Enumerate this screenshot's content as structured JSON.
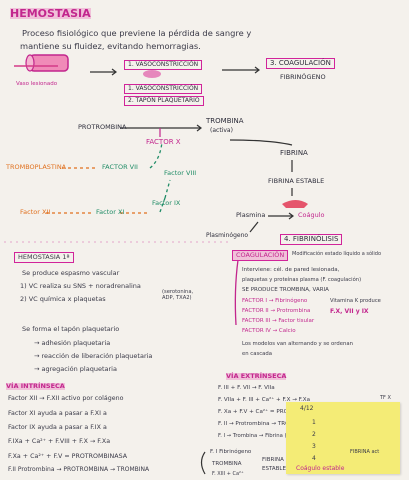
{
  "title": "HEMOSTASIA",
  "intro": {
    "line1": "Proceso fisiológico que previene la pérdida de sangre y",
    "line2": "mantiene su fluidez, evitando hemorragias."
  },
  "vessel_label": "Vaso lesionado",
  "stages": {
    "s1": "1. VASOCONSTRICCIÓN",
    "s2": "2. TAPÓN PLAQUETARIO",
    "s3": "3. COAGULACIÓN",
    "s3_sub": "FIBRINÓGENO",
    "s4": "4. FIBRINÓLISIS"
  },
  "cascade": {
    "protrombina": "PROTROMBINA",
    "factor_x": "FACTOR X",
    "trombina": "TROMBINA",
    "trombina_sub": "(activa)",
    "factor_vii": "FACTOR VII",
    "factor_viii": "Factor VIII",
    "factor_ix": "Factor IX",
    "factor_xi": "Factor XI",
    "factor_xii": "Factor XII",
    "tromboplastina": "TROMBOPLASTINA",
    "fibrina": "FIBRINA",
    "fibrina_estable": "FIBRINA ESTABLE",
    "plasmina": "Plasmina",
    "coagulo": "Coágulo",
    "plasminogeno": "Plasminógeno"
  },
  "hemostasia_primaria": {
    "heading": "HEMOSTASIA 1ª",
    "l1": "Se produce espasmo vascular",
    "l2": "1) VC realiza su SNS + noradrenalina",
    "l3": "2) VC química x plaquetas",
    "l3b": "(serotonina, ADP, TXA2)",
    "l4": "Se forma el tapón plaquetario",
    "l5": "→ adhesión plaquetaria",
    "l6": "→ reacción de liberación plaquetaria",
    "l7": "→ agregación plaquetaria"
  },
  "via_intrinseca": {
    "heading": "VÍA INTRÍNSECA",
    "l1": "Factor XII → F.XII activo por colágeno",
    "l2": "Factor XI ayuda a pasar a F.XI a",
    "l3": "Factor IX ayuda a pasar a F.IX a",
    "l4": "F.IXa + Ca²⁺ + F.VIII + F.X → F.Xa",
    "l5": "F.Xa + Ca²⁺ + F.V = PROTROMBINASA",
    "l6": "F.II Protrombina → PROTROMBINA → TROMBINA"
  },
  "coagulacion": {
    "heading": "COAGULACIÓN",
    "head_note": "Modificación estado líquido a sólido",
    "l1": "Interviene: cél. de pared lesionada,",
    "l2": "plaquetas y proteínas plasma (F. coagulación)",
    "l3": "SE PRODUCE TROMBINA, VARIA",
    "f1": "FACTOR I → Fibrinógeno",
    "f1b": "Vitamina K produce",
    "f2": "FACTOR II → Protrombina",
    "f2b": "F.X, VII y IX",
    "f3": "FACTOR III → Factor tisular",
    "f4": "FACTOR IV → Calcio",
    "l4": "Los modelos van alternando y se ordenan",
    "l5": "en cascada"
  },
  "via_extrinseca": {
    "heading": "VÍA EXTRÍNSECA",
    "l1": "F. III + F. VII → F. VIIa",
    "l2": "F. VIIa + F. III + Ca²⁺ + F.X → F.Xa",
    "l3": "F. Xa + F.V + Ca²⁺ = PROTROMBINASA",
    "l4": "F. II → Protrombina → TROMBINA",
    "l5": "F. I → Trombina → Fibrina (actúa) + F. XIII"
  },
  "bottom": {
    "fibrinogeno": "F. I Fibrinógeno",
    "trombina": "TROMBINA",
    "fibrina": "FIBRINA",
    "estable": "ESTABLE",
    "factor_xiii": "F. XIII + Ca²⁺",
    "fibrina_activa": "FIBRINA act",
    "coagulo_estable": "Coágulo estable",
    "tfx": "TF X"
  },
  "sticky": {
    "l1": "4/12",
    "l2": "1",
    "l3": "2",
    "l4": "3",
    "l5": "4"
  }
}
